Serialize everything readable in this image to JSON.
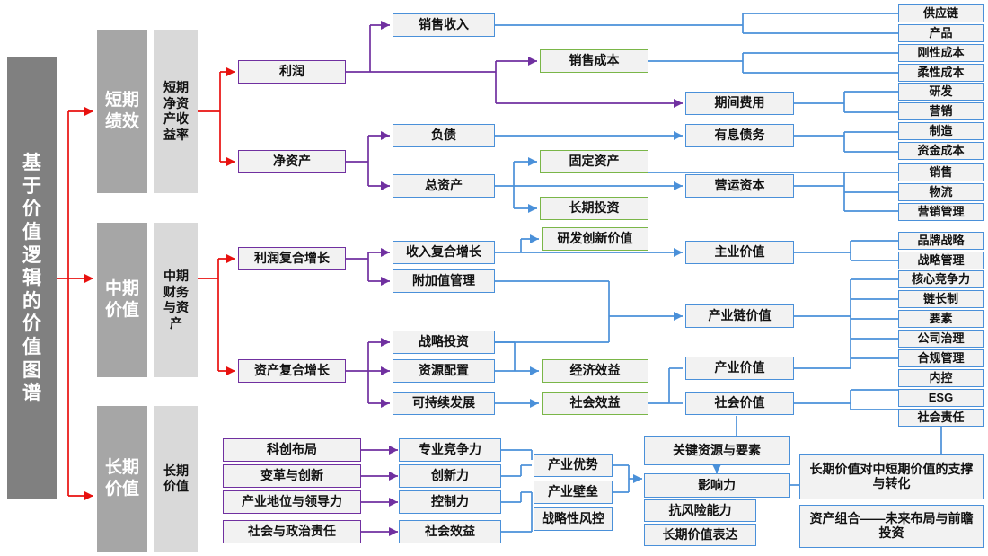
{
  "title_banner": {
    "label": "基于价值逻辑的价值图谱"
  },
  "tiers": [
    {
      "dark": "短期绩效",
      "light": "短期净资产收益率"
    },
    {
      "dark": "中期价值",
      "light": "中期财务与资产"
    },
    {
      "dark": "长期价值",
      "light": "长期价值"
    }
  ],
  "short_term": {
    "drivers": [
      "利润",
      "净资产"
    ],
    "level2": [
      "销售收入",
      "销售成本",
      "负债",
      "总资产",
      "固定资产",
      "长期投资"
    ],
    "level3": [
      "期间费用",
      "有息债务",
      "营运资本"
    ],
    "leaves": [
      "供应链",
      "产品",
      "刚性成本",
      "柔性成本",
      "研发",
      "营销",
      "制造",
      "资金成本",
      "销售",
      "物流",
      "营销管理"
    ]
  },
  "mid_term": {
    "drivers": [
      "利润复合增长",
      "资产复合增长"
    ],
    "level2": [
      "收入复合增长",
      "附加值管理",
      "战略投资",
      "资源配置",
      "可持续发展"
    ],
    "green": [
      "研发创新价值",
      "经济效益",
      "社会效益"
    ],
    "level3": [
      "主业价值",
      "产业链价值",
      "产业价值",
      "社会价值"
    ],
    "leaves": [
      "品牌战略",
      "战略管理",
      "核心竞争力",
      "链长制",
      "要素",
      "公司治理",
      "合规管理",
      "内控",
      "ESG",
      "社会责任"
    ]
  },
  "long_term": {
    "drivers": [
      "科创布局",
      "变革与创新",
      "产业地位与领导力",
      "社会与政治责任"
    ],
    "capabilities": [
      "专业竞争力",
      "创新力",
      "控制力",
      "社会效益"
    ],
    "advantages": [
      "产业优势",
      "产业壁垒",
      "战略性风控"
    ],
    "impact": [
      "关键资源与要素",
      "影响力",
      "抗风险能力",
      "长期价值表达"
    ],
    "summary": [
      "长期价值对中短期价值的支撑与转化",
      "资产组合——未来布局与前瞻投资"
    ]
  },
  "colors": {
    "red_connector": "#e8110f",
    "purple_connector": "#7030a0",
    "blue_connector": "#4a90d9",
    "green_border": "#7ab648",
    "box_fill": "#f2f2f2",
    "banner_dark": "#808080",
    "tier_dark": "#a6a6a6",
    "tier_light": "#d9d9d9"
  }
}
